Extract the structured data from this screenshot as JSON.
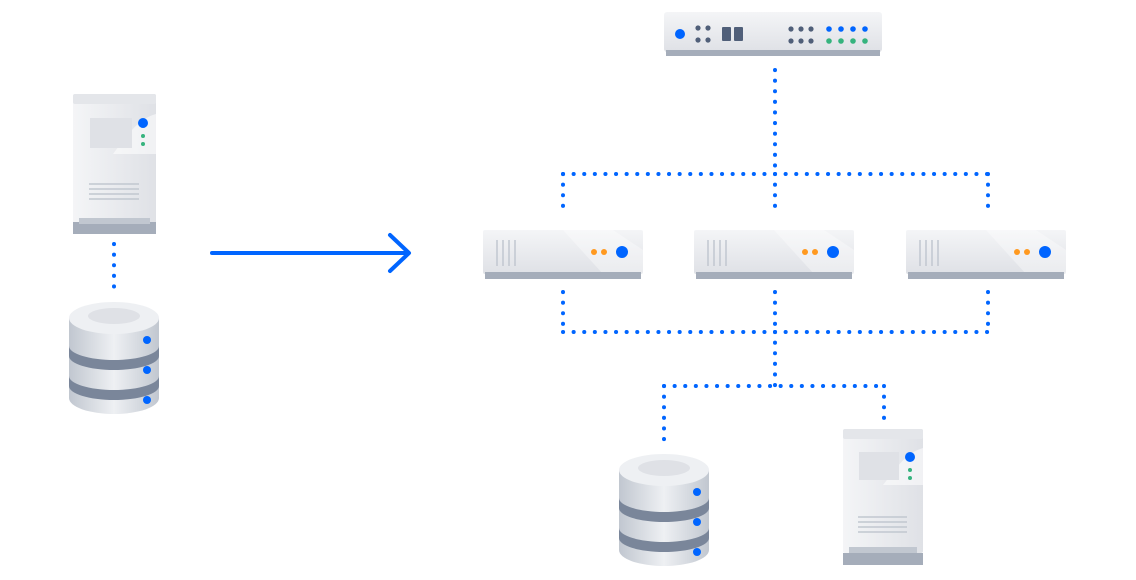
{
  "colors": {
    "connector": "#0065ff",
    "led_blue": "#0065ff",
    "led_green": "#36b37e",
    "led_orange": "#ff991f",
    "metal_light": "#eef0f3",
    "metal_mid": "#dfe1e6",
    "metal_dark": "#a5adba",
    "metal_darker": "#7a869a",
    "port_dark": "#505f79"
  },
  "diagram": {
    "description_nodes": [
      {
        "id": "tower-server-left",
        "kind": "tower-server"
      },
      {
        "id": "database-left",
        "kind": "database"
      },
      {
        "id": "switch-top",
        "kind": "network-switch"
      },
      {
        "id": "rack-server-1",
        "kind": "rack-server"
      },
      {
        "id": "rack-server-2",
        "kind": "rack-server"
      },
      {
        "id": "rack-server-3",
        "kind": "rack-server"
      },
      {
        "id": "database-right",
        "kind": "database"
      },
      {
        "id": "tower-server-right",
        "kind": "tower-server"
      }
    ],
    "edges": [
      {
        "from": "tower-server-left",
        "to": "database-left",
        "style": "dotted"
      },
      {
        "from": "switch-top",
        "to": "rack-server-1",
        "style": "dotted"
      },
      {
        "from": "switch-top",
        "to": "rack-server-2",
        "style": "dotted"
      },
      {
        "from": "switch-top",
        "to": "rack-server-3",
        "style": "dotted"
      },
      {
        "from": "rack-server-1",
        "to": "database-right",
        "style": "dotted"
      },
      {
        "from": "rack-server-2",
        "to": "database-right",
        "style": "dotted"
      },
      {
        "from": "rack-server-3",
        "to": "database-right",
        "style": "dotted"
      },
      {
        "from": "rack-server-2",
        "to": "tower-server-right",
        "style": "dotted"
      }
    ],
    "transition_arrow": {
      "meaning": "migration-to-clustered-architecture",
      "icon": "arrow-right-icon"
    }
  }
}
